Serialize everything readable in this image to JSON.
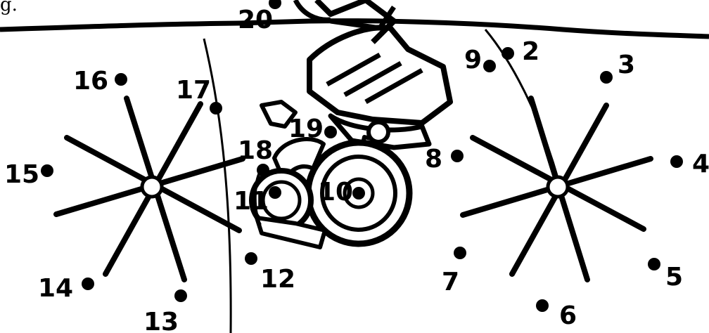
{
  "caption": "g.",
  "dots": [
    {
      "id": "2",
      "label": "2"
    },
    {
      "id": "3",
      "label": "3"
    },
    {
      "id": "4",
      "label": "4"
    },
    {
      "id": "5",
      "label": "5"
    },
    {
      "id": "6",
      "label": "6"
    },
    {
      "id": "7",
      "label": "7"
    },
    {
      "id": "8",
      "label": "8"
    },
    {
      "id": "9",
      "label": "9"
    },
    {
      "id": "10",
      "label": "10"
    },
    {
      "id": "11",
      "label": "11"
    },
    {
      "id": "12",
      "label": "12"
    },
    {
      "id": "13",
      "label": "13"
    },
    {
      "id": "14",
      "label": "14"
    },
    {
      "id": "15",
      "label": "15"
    },
    {
      "id": "16",
      "label": "16"
    },
    {
      "id": "17",
      "label": "17"
    },
    {
      "id": "18",
      "label": "18"
    },
    {
      "id": "19",
      "label": "19"
    },
    {
      "id": "20",
      "label": "20"
    }
  ],
  "colors": {
    "ink": "#000000",
    "paper": "#ffffff"
  }
}
